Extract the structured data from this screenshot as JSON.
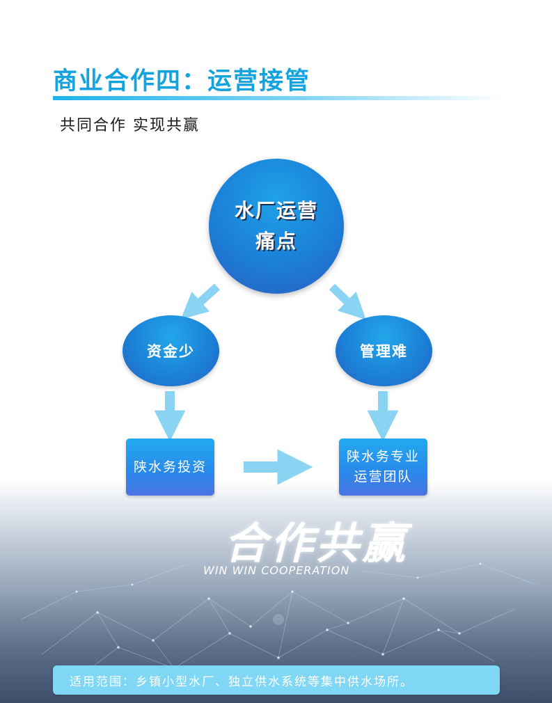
{
  "header": {
    "title": "商业合作四：运营接管",
    "subtitle": "共同合作 实现共赢"
  },
  "diagram": {
    "center": {
      "line1": "水厂运营",
      "line2": "痛点"
    },
    "left_node": "资金少",
    "right_node": "管理难",
    "left_box": "陕水务投资",
    "right_box": {
      "line1": "陕水务专业",
      "line2": "运营团队"
    }
  },
  "watermark": {
    "cn": "合作共赢",
    "en": "WIN WIN COOPERATION"
  },
  "footer": {
    "text": "适用范围：乡镇小型水厂、独立供水系统等集中供水场所。"
  },
  "colors": {
    "title": "#15a3de",
    "node": "#1b7fd8",
    "arrow": "#8ad3f3",
    "footer_bar": "#7fd6f5"
  }
}
